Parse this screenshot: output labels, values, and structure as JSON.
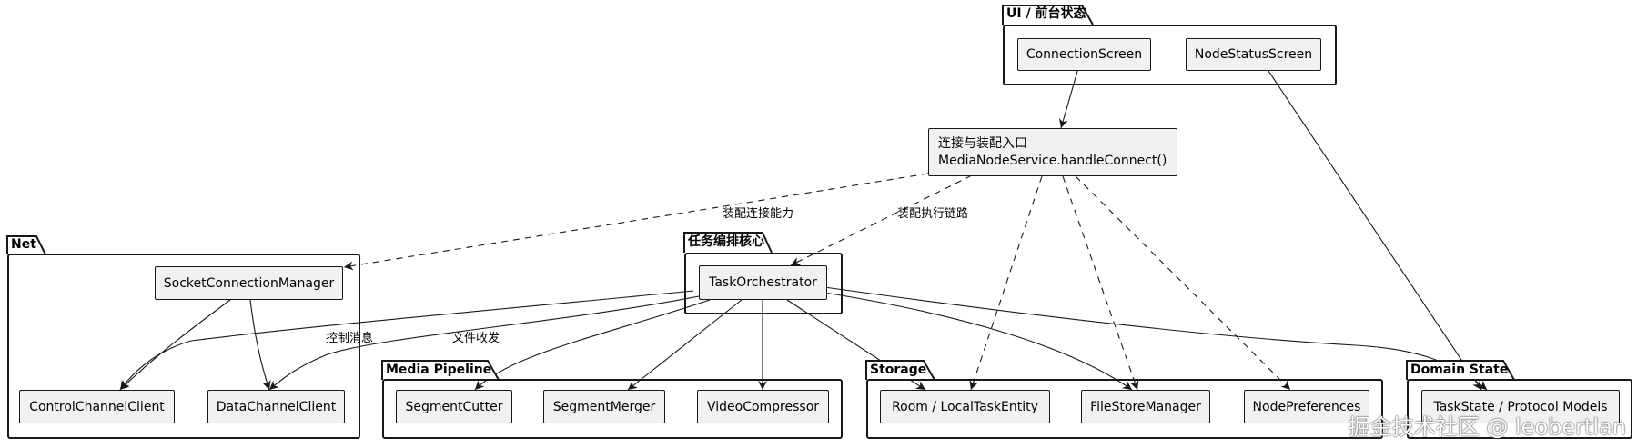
{
  "packages": {
    "ui": "UI / 前台状态",
    "net": "Net",
    "task_core": "任务编排核心",
    "media": "Media Pipeline",
    "storage": "Storage",
    "domain": "Domain State"
  },
  "nodes": {
    "connection_screen": "ConnectionScreen",
    "node_status_screen": "NodeStatusScreen",
    "entry_title": "连接与装配入口",
    "entry_method": "MediaNodeService.handleConnect()",
    "socket_manager": "SocketConnectionManager",
    "control_client": "ControlChannelClient",
    "data_client": "DataChannelClient",
    "task_orchestrator": "TaskOrchestrator",
    "segment_cutter": "SegmentCutter",
    "segment_merger": "SegmentMerger",
    "video_compressor": "VideoCompressor",
    "room_entity": "Room / LocalTaskEntity",
    "file_store": "FileStoreManager",
    "node_prefs": "NodePreferences",
    "task_state": "TaskState / Protocol Models"
  },
  "edge_labels": {
    "assemble_connection": "装配连接能力",
    "assemble_pipeline": "装配执行链路",
    "control_message": "控制消息",
    "file_transfer": "文件收发"
  },
  "watermark": "掘金技术社区 @ leobertlan"
}
